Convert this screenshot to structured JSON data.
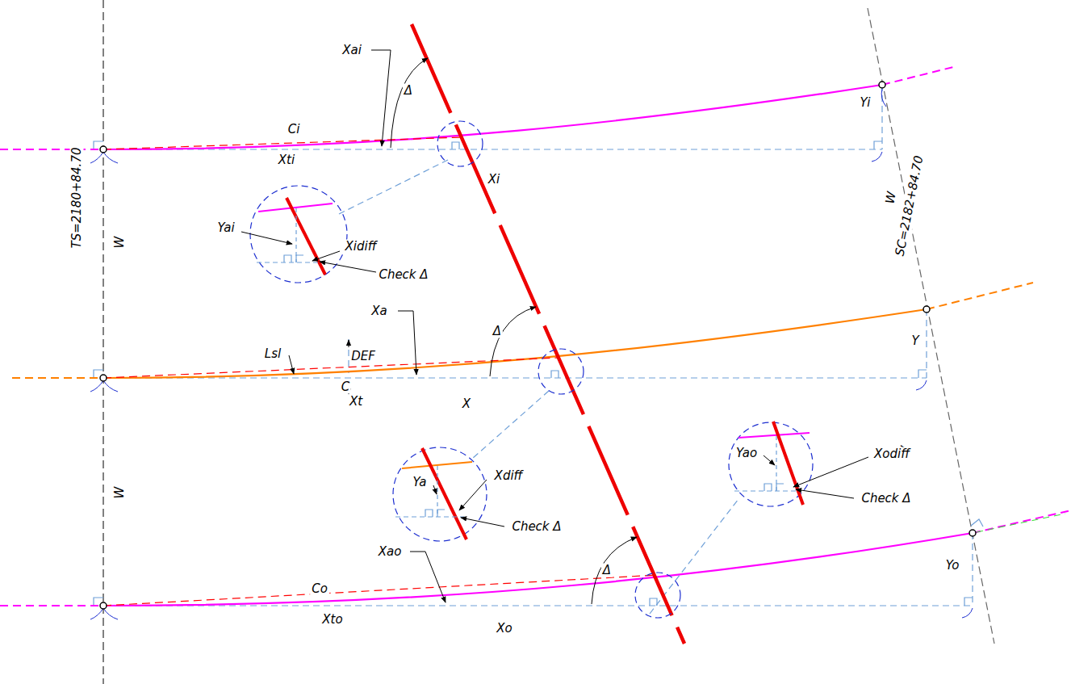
{
  "diagram": {
    "labels": [
      "Xai",
      "Δ",
      "Ci",
      "Xti",
      "Yi",
      "Xi",
      "W",
      "SC=2182+84.70",
      "TS=2180+84.70",
      "W",
      "Yai",
      "Xidiff",
      "Check Δ",
      "Xa",
      "Δ",
      "DEF",
      "Lsl",
      "C",
      "Xt",
      "X",
      "Y",
      "W",
      "Ya",
      "Xdiff",
      "Check Δ",
      "W",
      "Yao",
      "Xodiff",
      "Check Δ",
      "Xao",
      "Δ",
      "Co",
      "Xto",
      "Xo",
      "Yo"
    ]
  }
}
